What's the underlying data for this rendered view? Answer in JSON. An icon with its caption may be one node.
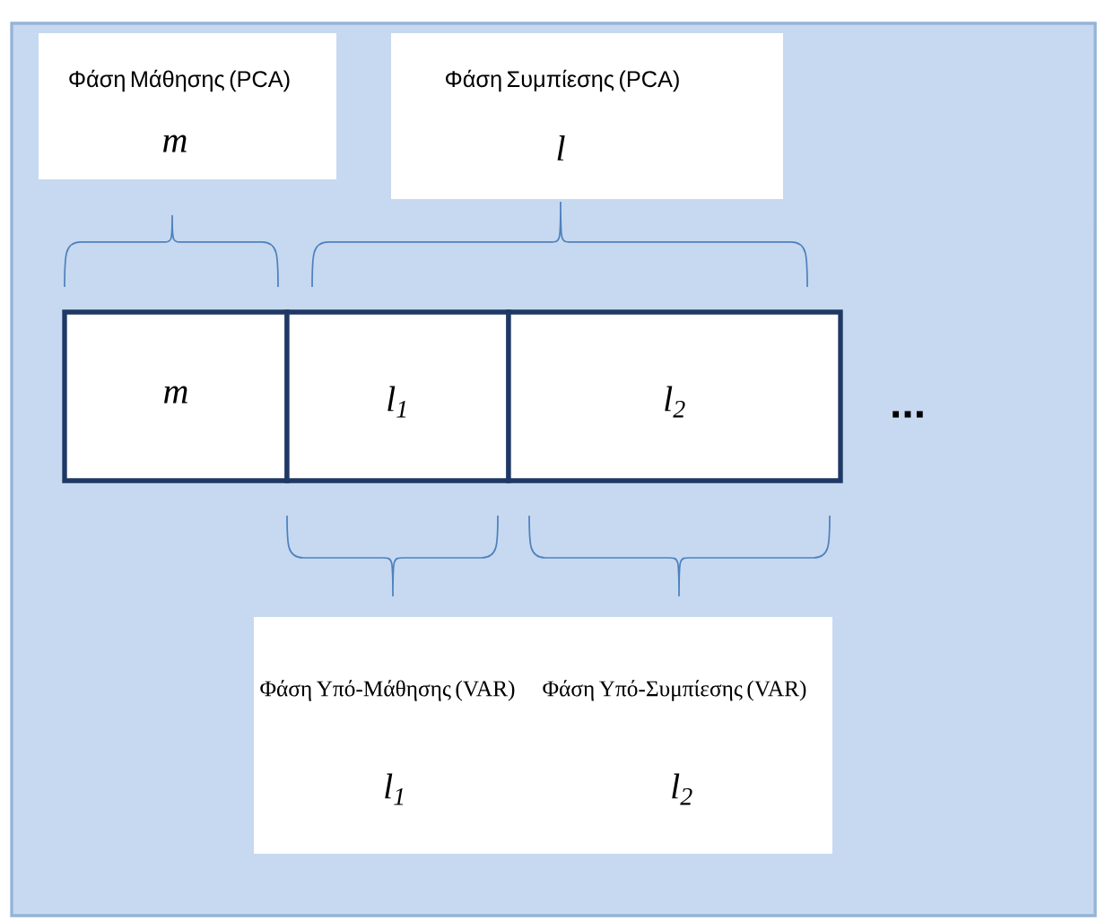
{
  "diagram": {
    "nodes": [
      {
        "text": [
          "Φάση Μάθησης (PCA)",
          "m"
        ]
      },
      {
        "text": [
          "Φάση Συμπίεσης (PCA)",
          "l"
        ]
      },
      {
        "text": [
          "m"
        ]
      },
      {
        "text": [
          "l$_{1}$"
        ]
      },
      {
        "text": [
          "l$_{2}$"
        ]
      },
      {
        "text": [
          "Φάση Υπό-Μάθησης (VAR)",
          "l$_{1}$",
          "Φάση Υπό-Συμπίεσης (VAR)",
          "l$_{2}$"
        ]
      }
    ],
    "labels": [
      "..."
    ]
  }
}
